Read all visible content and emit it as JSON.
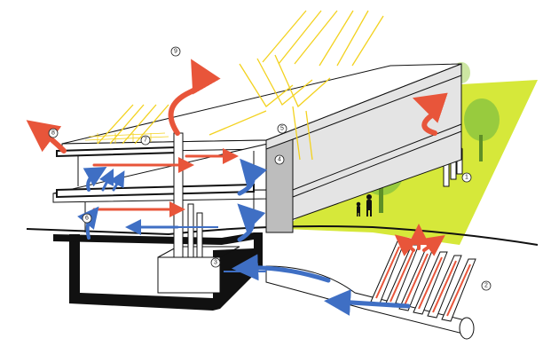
{
  "diagram": {
    "labels": [
      {
        "id": 1,
        "text": "1"
      },
      {
        "id": 2,
        "text": "2"
      },
      {
        "id": 3,
        "text": "3"
      },
      {
        "id": 4,
        "text": "4"
      },
      {
        "id": 5,
        "text": "5"
      },
      {
        "id": 6,
        "text": "6"
      },
      {
        "id": 7,
        "text": "7"
      },
      {
        "id": 8,
        "text": "8"
      },
      {
        "id": 9,
        "text": "9"
      }
    ],
    "colors": {
      "warm_air": "#e8553a",
      "cool_air": "#3f6fc4",
      "sunlight": "#f3d21f",
      "lawn": "#d6e83a",
      "tree": "#8dc63f",
      "outline": "#111111",
      "facade_shade": "#cfcfcf"
    },
    "icons": [
      "sun-ray-icon",
      "warm-air-arrow-icon",
      "cool-air-arrow-icon",
      "tree-icon",
      "people-icon",
      "vent-chimney-icon",
      "ground-pipe-icon"
    ]
  }
}
